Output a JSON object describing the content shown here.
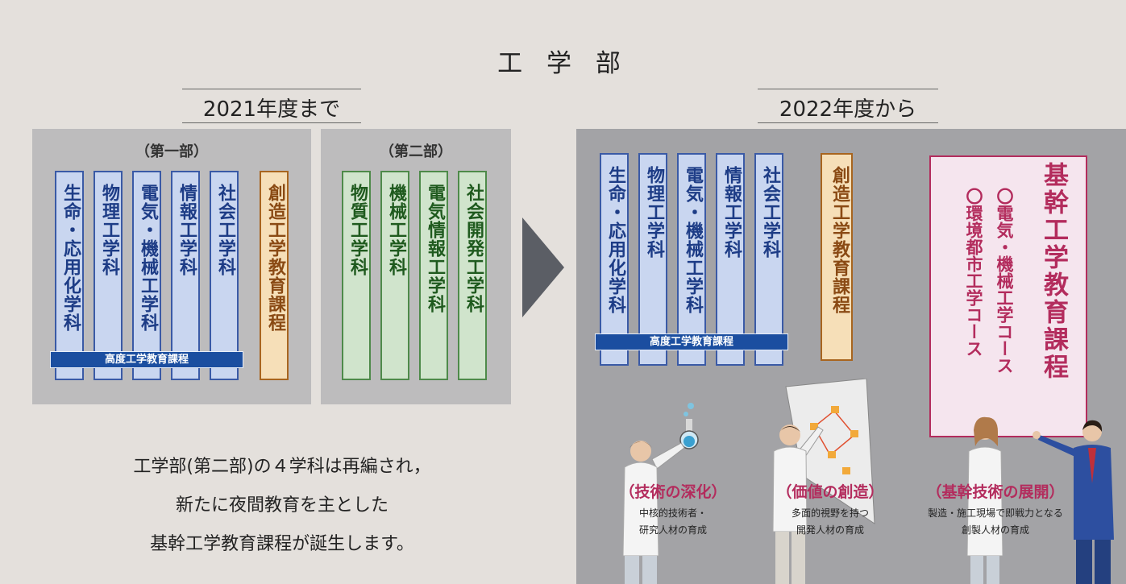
{
  "title": "工 学 部",
  "left_era": "2021年度まで",
  "right_era": "2022年度から",
  "day": {
    "label": "（第一部）",
    "depts": [
      "生命・応用化学科",
      "物理工学科",
      "電気・機械工学科",
      "情報工学科",
      "社会工学科"
    ],
    "program": "創造工学教育課程",
    "advanced": "高度工学教育課程"
  },
  "night": {
    "label": "（第二部）",
    "depts": [
      "物質工学科",
      "機械工学科",
      "電気情報工学科",
      "社会開発工学科"
    ]
  },
  "new": {
    "depts": [
      "生命・応用化学科",
      "物理工学科",
      "電気・機械工学科",
      "情報工学科",
      "社会工学科"
    ],
    "advanced": "高度工学教育課程",
    "program": "創造工学教育課程",
    "kikan": {
      "title": "基幹工学教育課程",
      "courses": [
        "〇電気・機械工学コース",
        "〇環境都市工学コース"
      ]
    }
  },
  "message": [
    "工学部(第二部)の４学科は再編され，",
    "新たに夜間教育を主とした",
    "基幹工学教育課程が誕生します。"
  ],
  "features": [
    {
      "title": "（技術の深化）",
      "lines": [
        "中核的技術者・",
        "研究人材の育成"
      ]
    },
    {
      "title": "（価値の創造）",
      "lines": [
        "多面的視野を持つ",
        "開発人材の育成"
      ]
    },
    {
      "title": "（基幹技術の展開）",
      "lines": [
        "製造・施工現場で即戦力となる",
        "創製人材の育成"
      ]
    }
  ]
}
